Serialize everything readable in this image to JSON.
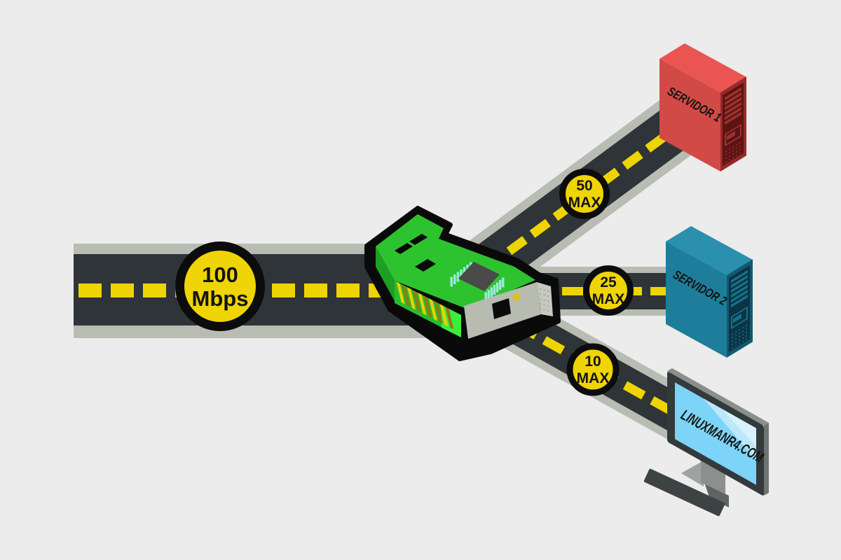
{
  "scene": {
    "description": "Isometric diagram of a 100 Mbps network link entering a green NIC card and splitting into three speed-limited roads toward two servers and a desktop client",
    "background": "#ebeceb"
  },
  "main_link": {
    "badge_line1": "100",
    "badge_line2": "Mbps"
  },
  "branches": [
    {
      "badge_line1": "50",
      "badge_line2": "MAX",
      "target": "SERVIDOR 1"
    },
    {
      "badge_line1": "25",
      "badge_line2": "MAX",
      "target": "SERVIDOR 2"
    },
    {
      "badge_line1": "10",
      "badge_line2": "MAX",
      "target": "LINUXMANR4.COM"
    }
  ],
  "nodes": {
    "server1": {
      "label": "SERVIDOR 1",
      "type": "server-tower"
    },
    "server2": {
      "label": "SERVIDOR 2",
      "type": "server-tower"
    },
    "client": {
      "label": "LINUXMANR4.COM",
      "type": "desktop-monitor"
    }
  },
  "colors": {
    "background": "#ebeceb",
    "road_asphalt": "#2e3437",
    "road_shoulder": "#b9bcb2",
    "lane_yellow": "#eed402",
    "badge_fill": "#efd406",
    "badge_border": "#0c0c0c",
    "nic_green": "#2dc32f",
    "nic_green_dark": "#1f9e25",
    "nic_green_front": "#29bd2c",
    "nic_green_bright": "#3bee3b",
    "nic_bracket": "#b7bbb0",
    "chip_gray": "#4a4a4a",
    "pin_teal": "#9bead9",
    "gold_bright": "#e9d205",
    "gold_dark": "#8f7b12",
    "server1_front": "#d24a46",
    "server1_top": "#ea5551",
    "server1_side": "#952b29",
    "server2_front": "#1e7d9b",
    "server2_top": "#2a90ae",
    "server2_side": "#115a72",
    "monitor_frame": "#333a3b",
    "screen_blue": "#7ed4f8"
  }
}
